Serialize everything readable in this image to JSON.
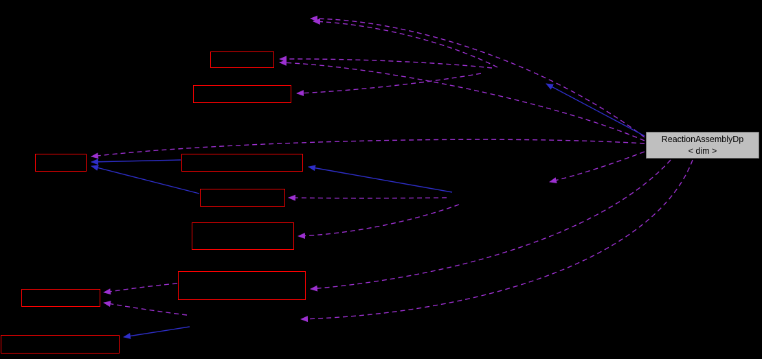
{
  "diagram": {
    "type": "collaboration-graph",
    "main_node": {
      "line1": "ReactionAssemblyDp",
      "line2": "< dim >"
    },
    "related_nodes": [
      {
        "id": "node-1",
        "label": ""
      },
      {
        "id": "node-2",
        "label": ""
      },
      {
        "id": "node-3",
        "label": ""
      },
      {
        "id": "node-4",
        "label": ""
      },
      {
        "id": "node-5",
        "label": ""
      },
      {
        "id": "node-6",
        "label": ""
      },
      {
        "id": "node-7",
        "label": ""
      },
      {
        "id": "node-8",
        "label": ""
      },
      {
        "id": "node-9",
        "label": ""
      }
    ],
    "colors": {
      "background": "#000000",
      "node_border": "#ff0000",
      "main_node_fill": "#bfbfbf",
      "usage_edge": "#9c30d0",
      "inheritance_edge": "#2e2ec8"
    }
  }
}
